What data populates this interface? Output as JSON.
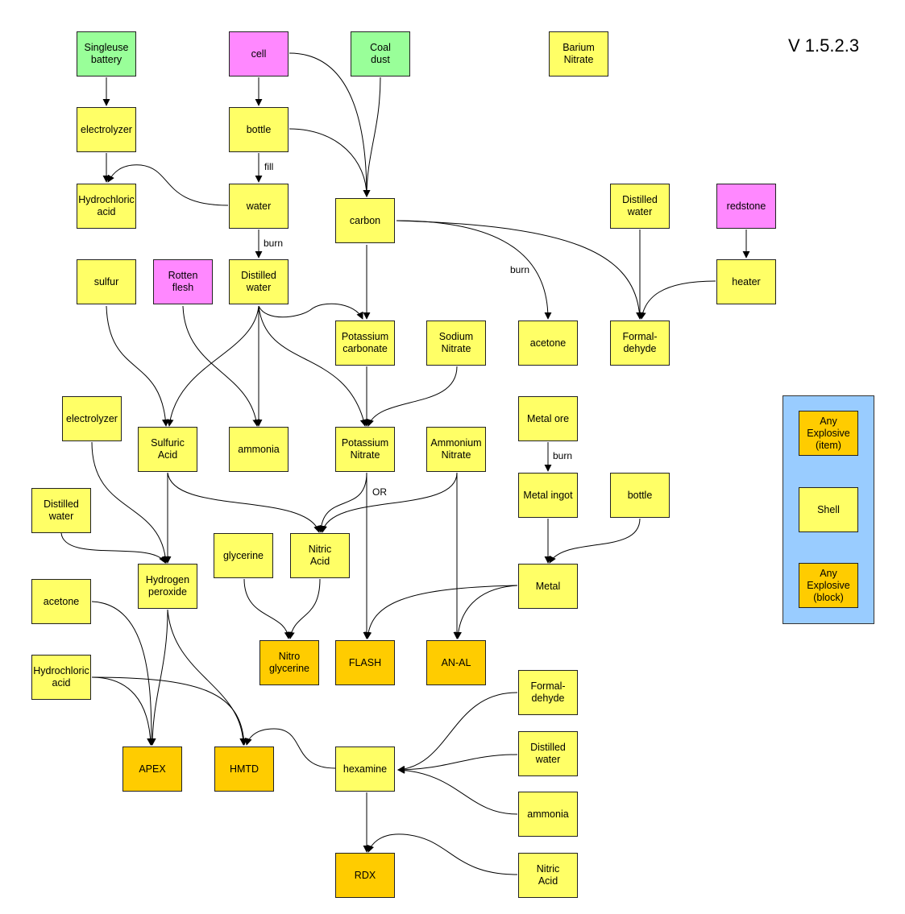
{
  "version": "V 1.5.2.3",
  "colors": {
    "intermediate": "#ffff66",
    "raw_material": "#99ff99",
    "mob_drop": "#ff88ff",
    "explosive": "#ffcc00",
    "legend_background": "#99ccff"
  },
  "nodes": {
    "singleuse_battery": "Singleuse\nbattery",
    "cell": "cell",
    "coal_dust": "Coal\ndust",
    "barium_nitrate": "Barium\nNitrate",
    "electrolyzer_top": "electrolyzer",
    "bottle_top": "bottle",
    "hydrochloric_acid_top": "Hydrochloric\nacid",
    "water": "water",
    "carbon": "carbon",
    "distilled_water_right": "Distilled\nwater",
    "redstone": "redstone",
    "sulfur": "sulfur",
    "rotten_flesh": "Rotten\nflesh",
    "distilled_water_mid": "Distilled\nwater",
    "heater": "heater",
    "potassium_carbonate": "Potassium\ncarbonate",
    "sodium_nitrate": "Sodium\nNitrate",
    "acetone_right": "acetone",
    "formaldehyde_top": "Formal-\ndehyde",
    "electrolyzer_left": "electrolyzer",
    "sulfuric_acid": "Sulfuric\nAcid",
    "ammonia_mid": "ammonia",
    "potassium_nitrate": "Potassium\nNitrate",
    "ammonium_nitrate": "Ammonium\nNitrate",
    "metal_ore": "Metal ore",
    "distilled_water_left": "Distilled\nwater",
    "metal_ingot": "Metal ingot",
    "bottle_right": "bottle",
    "glycerine": "glycerine",
    "nitric_acid_mid": "Nitric\nAcid",
    "hydrogen_peroxide": "Hydrogen\nperoxide",
    "metal": "Metal",
    "acetone_left": "acetone",
    "nitro_glycerine": "Nitro\nglycerine",
    "flash": "FLASH",
    "an_al": "AN-AL",
    "hydrochloric_acid_left": "Hydrochloric\nacid",
    "formaldehyde_bottom": "Formal-\ndehyde",
    "distilled_water_bottom": "Distilled\nwater",
    "apex": "APEX",
    "hmtd": "HMTD",
    "hexamine": "hexamine",
    "ammonia_bottom": "ammonia",
    "rdx": "RDX",
    "nitric_acid_bottom": "Nitric\nAcid",
    "legend_any_explosive_item": "Any\nExplosive\n(item)",
    "legend_shell": "Shell",
    "legend_any_explosive_block": "Any\nExplosive\n(block)"
  },
  "edge_labels": {
    "fill": "fill",
    "burn_water": "burn",
    "burn_carbon": "burn",
    "burn_metal": "burn",
    "or": "OR"
  }
}
